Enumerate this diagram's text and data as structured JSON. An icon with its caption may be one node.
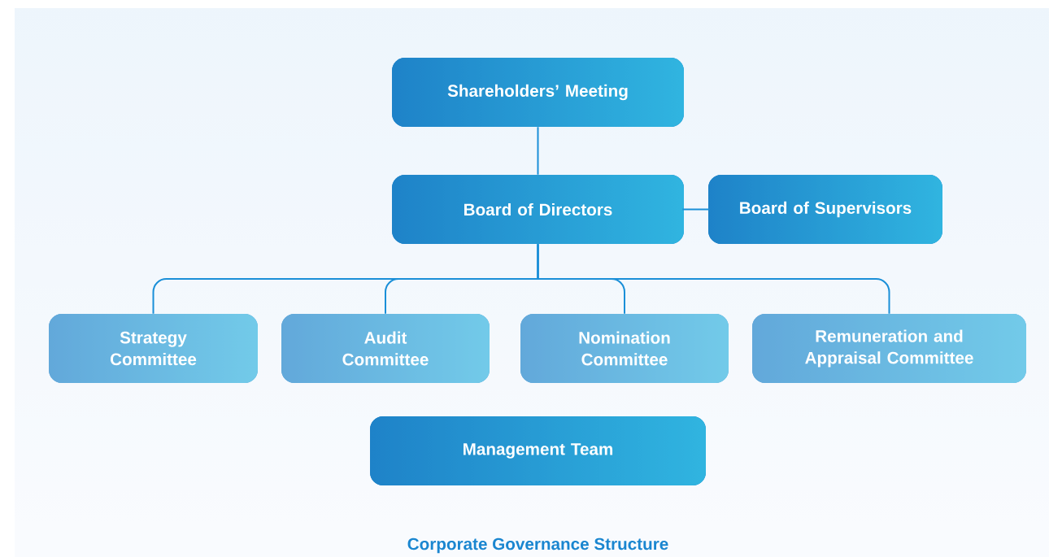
{
  "diagram": {
    "caption": "Corporate Governance Structure",
    "nodes": [
      {
        "text": [
          "Shareholders’ Meeting"
        ]
      },
      {
        "text": [
          "Board of Directors"
        ]
      },
      {
        "text": [
          "Board of Supervisors"
        ]
      },
      {
        "text": [
          "Strategy Committee"
        ]
      },
      {
        "text": [
          "Audit Committee"
        ]
      },
      {
        "text": [
          "Nomination Committee"
        ]
      },
      {
        "text": [
          "Remuneration and Appraisal Committee"
        ]
      },
      {
        "text": [
          "Management Team"
        ]
      }
    ],
    "edges": [
      {
        "from": 0,
        "to": 1,
        "arrow": "none"
      },
      {
        "from": 1,
        "to": 2,
        "arrow": "none"
      },
      {
        "from": 1,
        "to": 3,
        "arrow": "none"
      },
      {
        "from": 1,
        "to": 4,
        "arrow": "none"
      },
      {
        "from": 1,
        "to": 5,
        "arrow": "none"
      },
      {
        "from": 1,
        "to": 6,
        "arrow": "none"
      }
    ]
  }
}
